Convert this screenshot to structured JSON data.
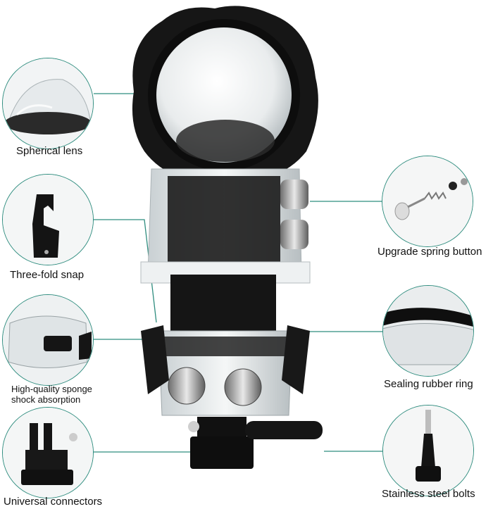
{
  "features": [
    {
      "id": "spherical-lens",
      "label": "Spherical lens",
      "icon": "dome-lens-icon"
    },
    {
      "id": "three-fold-snap",
      "label": "Three-fold snap",
      "icon": "snap-buckle-icon"
    },
    {
      "id": "sponge",
      "label_line1": "High-quality sponge",
      "label_line2": "shock absorption",
      "icon": "sponge-pad-icon"
    },
    {
      "id": "universal-connectors",
      "label": "Universal connectors",
      "icon": "mount-connector-icon"
    },
    {
      "id": "spring-button",
      "label": "Upgrade spring button",
      "icon": "spring-button-icon"
    },
    {
      "id": "rubber-ring",
      "label": "Sealing rubber ring",
      "icon": "rubber-ring-icon"
    },
    {
      "id": "steel-bolts",
      "label": "Stainless steel bolts",
      "icon": "bolt-screw-icon"
    }
  ],
  "colors": {
    "accent_line": "#2f8d7f",
    "housing_dark": "#1a1a1a",
    "housing_clear": "#dfe4e6"
  }
}
